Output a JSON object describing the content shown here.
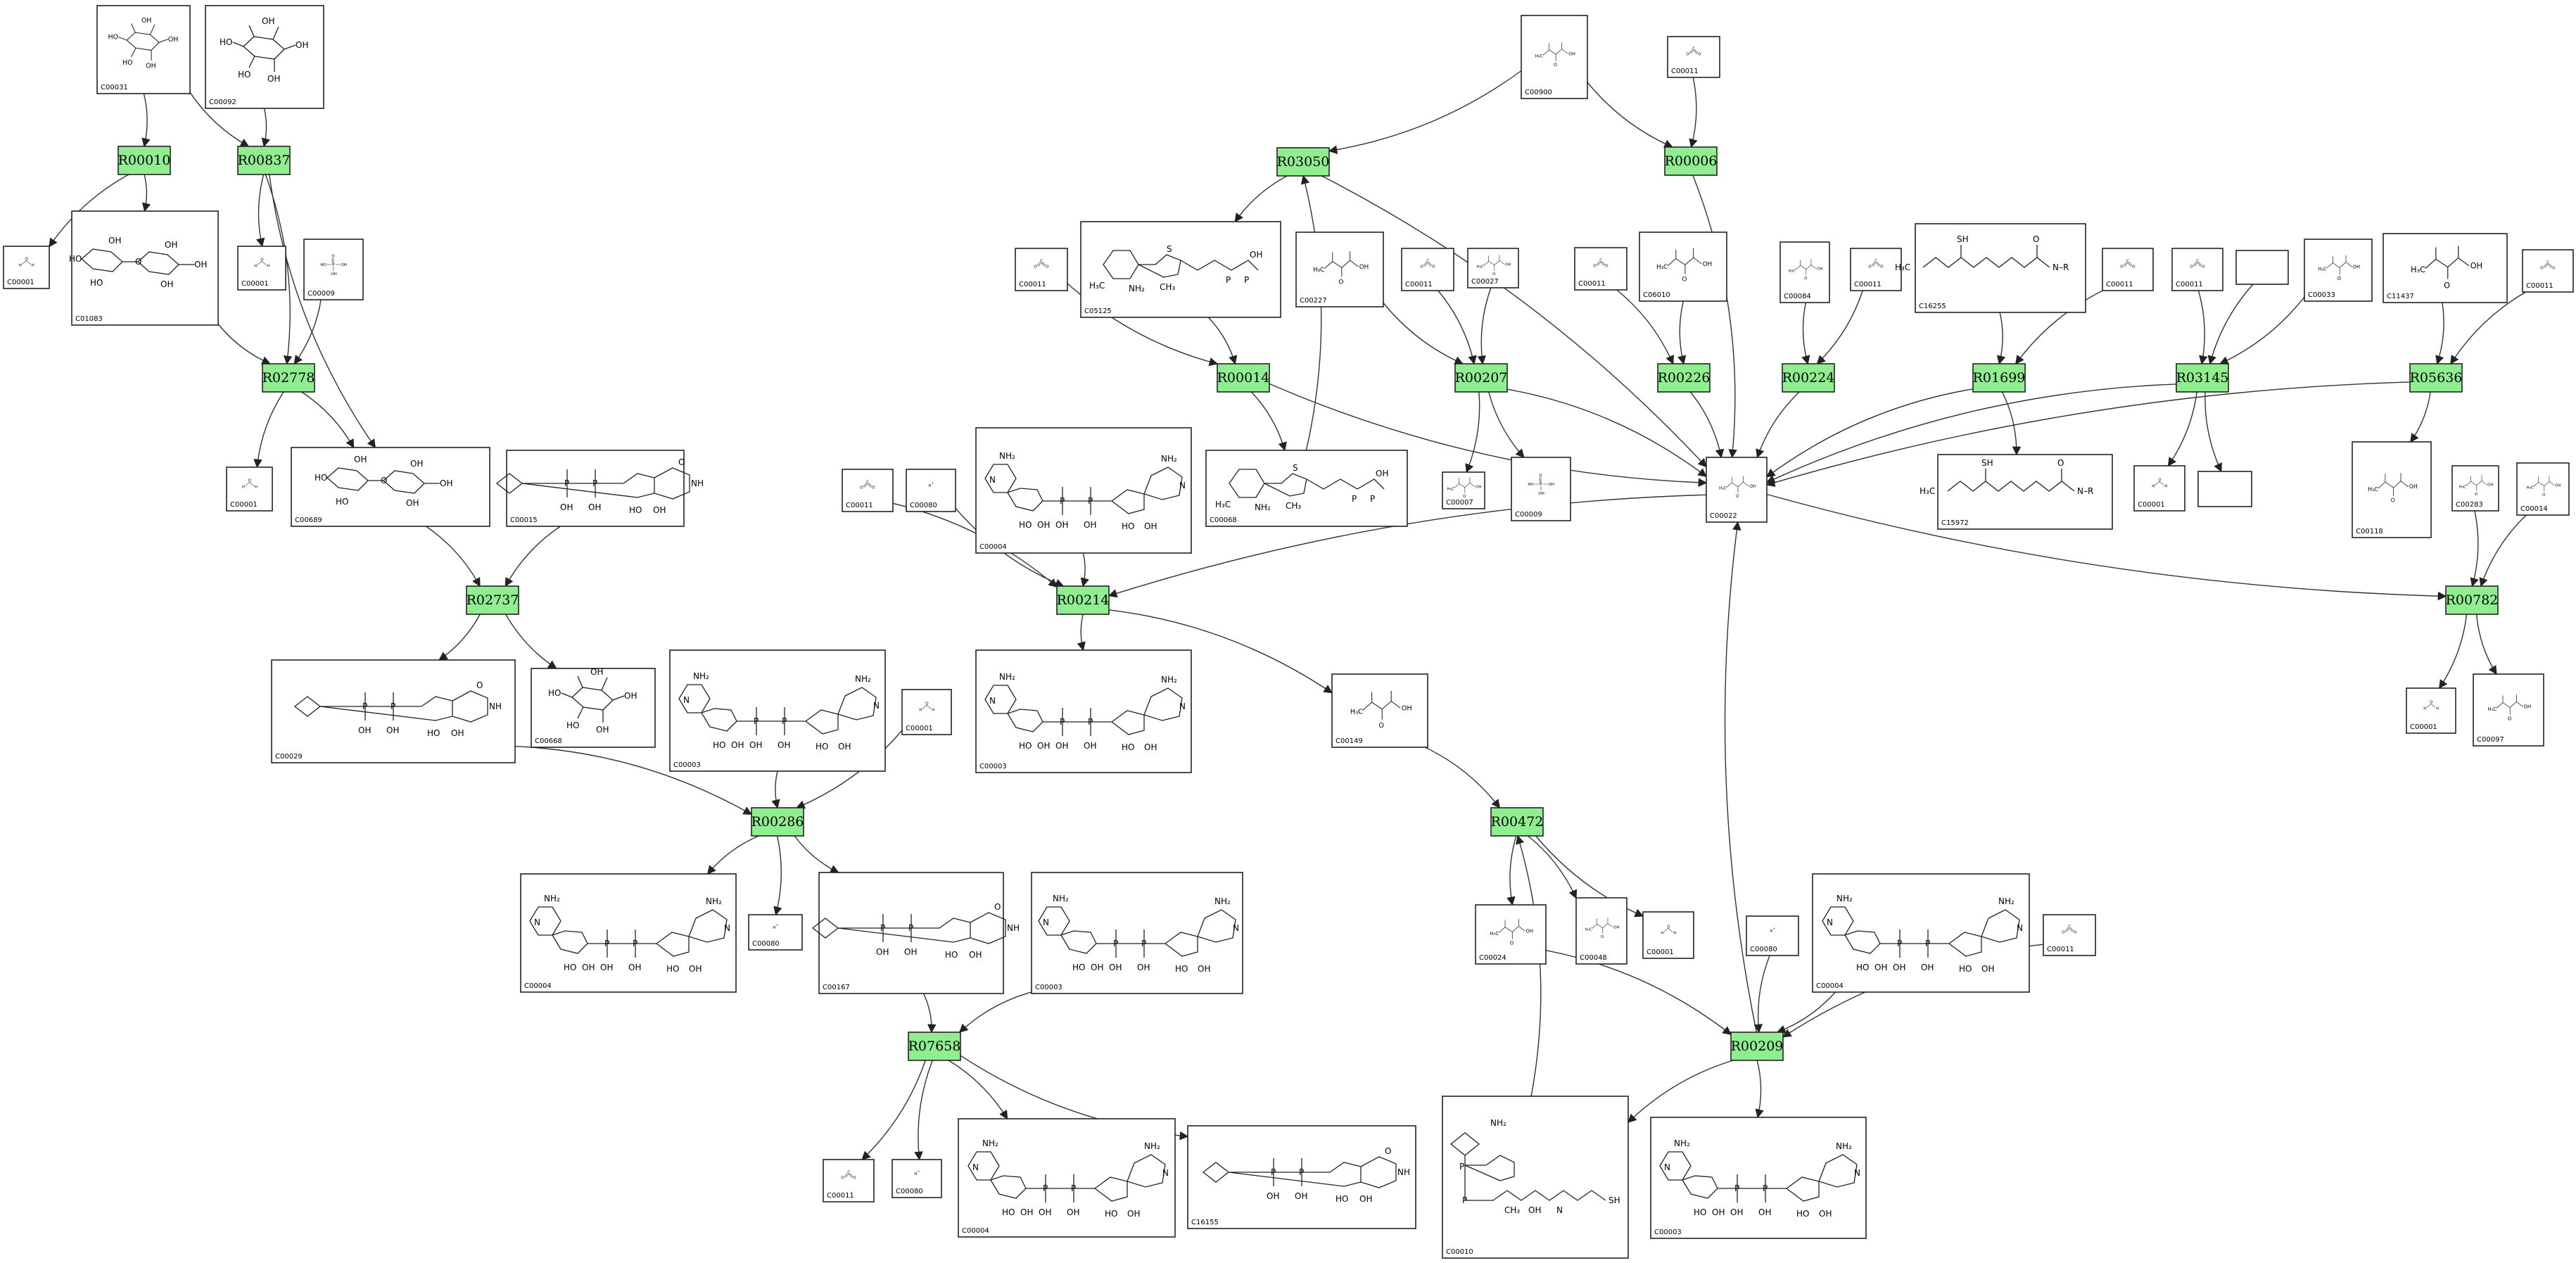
{
  "reactions": [
    {
      "id": "r1",
      "label": "R00010"
    },
    {
      "id": "r2",
      "label": "R00837"
    },
    {
      "id": "r3",
      "label": "R02778"
    },
    {
      "id": "r4",
      "label": "R02737"
    },
    {
      "id": "r5",
      "label": "R00286"
    },
    {
      "id": "r6",
      "label": "R07658"
    },
    {
      "id": "r7",
      "label": "R03050"
    },
    {
      "id": "r8",
      "label": "R00006"
    },
    {
      "id": "r9",
      "label": "R00014"
    },
    {
      "id": "r10",
      "label": "R00207"
    },
    {
      "id": "r11",
      "label": "R00226"
    },
    {
      "id": "r12",
      "label": "R00224"
    },
    {
      "id": "r13",
      "label": "R01699"
    },
    {
      "id": "r14",
      "label": "R03145"
    },
    {
      "id": "r15",
      "label": "R05636"
    },
    {
      "id": "r16",
      "label": "R00214"
    },
    {
      "id": "r17",
      "label": "R00782"
    },
    {
      "id": "r18",
      "label": "R00472"
    },
    {
      "id": "r19",
      "label": "R00209"
    }
  ],
  "compounds": [
    {
      "id": "c1",
      "label": "C00031",
      "struct": "ring"
    },
    {
      "id": "c2",
      "label": "C00092",
      "struct": "ring"
    },
    {
      "id": "c3",
      "label": "C00001",
      "struct": "water"
    },
    {
      "id": "c4",
      "label": "C01083",
      "struct": "ring2"
    },
    {
      "id": "c5",
      "label": "C00001",
      "struct": "water"
    },
    {
      "id": "c6",
      "label": "C00009",
      "struct": "phosphate"
    },
    {
      "id": "c7",
      "label": "C00001",
      "struct": "water"
    },
    {
      "id": "c8",
      "label": "C00689",
      "struct": "ring2"
    },
    {
      "id": "c9",
      "label": "C00015",
      "struct": "nucleotide"
    },
    {
      "id": "c10",
      "label": "C00029",
      "struct": "nucleotide"
    },
    {
      "id": "c11",
      "label": "C00668",
      "struct": "ring"
    },
    {
      "id": "c12",
      "label": "C00003",
      "struct": "nad"
    },
    {
      "id": "c13",
      "label": "C00001",
      "struct": "water"
    },
    {
      "id": "c14",
      "label": "C00004",
      "struct": "nad"
    },
    {
      "id": "c15",
      "label": "C00080",
      "struct": "proton"
    },
    {
      "id": "c16",
      "label": "C00167",
      "struct": "nucleotide"
    },
    {
      "id": "c17",
      "label": "C00003",
      "struct": "nad"
    },
    {
      "id": "c18",
      "label": "C00011",
      "struct": "co2"
    },
    {
      "id": "c19",
      "label": "C00080",
      "struct": "proton"
    },
    {
      "id": "c20",
      "label": "C00004",
      "struct": "nad"
    },
    {
      "id": "c21",
      "label": "C16155",
      "struct": "nucleotide"
    },
    {
      "id": "c22",
      "label": "C00900",
      "struct": "small"
    },
    {
      "id": "c23",
      "label": "C00011",
      "struct": "co2"
    },
    {
      "id": "c24",
      "label": "C05125",
      "struct": "thiamine"
    },
    {
      "id": "c25",
      "label": "C00011",
      "struct": "co2"
    },
    {
      "id": "c26",
      "label": "C00227",
      "struct": "small"
    },
    {
      "id": "c27",
      "label": "C00011",
      "struct": "co2"
    },
    {
      "id": "c28",
      "label": "C00027",
      "struct": "small"
    },
    {
      "id": "c29",
      "label": "C00011",
      "struct": "co2"
    },
    {
      "id": "c30",
      "label": "C06010",
      "struct": "small"
    },
    {
      "id": "c31",
      "label": "C00084",
      "struct": "small"
    },
    {
      "id": "c32",
      "label": "C00011",
      "struct": "co2"
    },
    {
      "id": "c33",
      "label": "C16255",
      "struct": "chain"
    },
    {
      "id": "c34",
      "label": "C00011",
      "struct": "co2"
    },
    {
      "id": "c35",
      "label": "C00011",
      "struct": "co2"
    },
    {
      "id": "c36",
      "label": "",
      "struct": "none"
    },
    {
      "id": "c37",
      "label": "C00033",
      "struct": "small"
    },
    {
      "id": "c38",
      "label": "C11437",
      "struct": "small"
    },
    {
      "id": "c39",
      "label": "C00011",
      "struct": "co2"
    },
    {
      "id": "c40",
      "label": "C00011",
      "struct": "co2"
    },
    {
      "id": "c41",
      "label": "C00080",
      "struct": "proton"
    },
    {
      "id": "c42",
      "label": "C00004",
      "struct": "nad"
    },
    {
      "id": "c43",
      "label": "C00068",
      "struct": "thiamine"
    },
    {
      "id": "c44",
      "label": "C00007",
      "struct": "small"
    },
    {
      "id": "c45",
      "label": "C00009",
      "struct": "phosphate"
    },
    {
      "id": "c46",
      "label": "C00022",
      "struct": "small"
    },
    {
      "id": "c47",
      "label": "C15972",
      "struct": "chain"
    },
    {
      "id": "c48",
      "label": "C00001",
      "struct": "water"
    },
    {
      "id": "c49",
      "label": "",
      "struct": "none"
    },
    {
      "id": "c50",
      "label": "C00118",
      "struct": "small"
    },
    {
      "id": "c51",
      "label": "C00283",
      "struct": "small"
    },
    {
      "id": "c52",
      "label": "C00014",
      "struct": "small"
    },
    {
      "id": "c53",
      "label": "C00003",
      "struct": "nad"
    },
    {
      "id": "c54",
      "label": "C00149",
      "struct": "small"
    },
    {
      "id": "c55",
      "label": "C00001",
      "struct": "water"
    },
    {
      "id": "c56",
      "label": "C00097",
      "struct": "small"
    },
    {
      "id": "c57",
      "label": "C00024",
      "struct": "small"
    },
    {
      "id": "c58",
      "label": "C00048",
      "struct": "small"
    },
    {
      "id": "c59",
      "label": "C00001",
      "struct": "water"
    },
    {
      "id": "c60",
      "label": "C00080",
      "struct": "proton"
    },
    {
      "id": "c61",
      "label": "C00004",
      "struct": "nad"
    },
    {
      "id": "c62",
      "label": "C00011",
      "struct": "co2"
    },
    {
      "id": "c63",
      "label": "C00010",
      "struct": "coa"
    },
    {
      "id": "c64",
      "label": "C00003",
      "struct": "nad"
    }
  ],
  "edges": [
    [
      "c1",
      "r1"
    ],
    [
      "c1",
      "r2"
    ],
    [
      "c2",
      "r2"
    ],
    [
      "r1",
      "c3"
    ],
    [
      "r1",
      "c4"
    ],
    [
      "r2",
      "c5"
    ],
    [
      "r2",
      "r3"
    ],
    [
      "c4",
      "r3"
    ],
    [
      "c6",
      "r3"
    ],
    [
      "r3",
      "c7"
    ],
    [
      "r3",
      "c8"
    ],
    [
      "r2",
      "c8"
    ],
    [
      "c8",
      "r4"
    ],
    [
      "c9",
      "r4"
    ],
    [
      "r4",
      "c10"
    ],
    [
      "r4",
      "c11"
    ],
    [
      "c10",
      "r5"
    ],
    [
      "c12",
      "r5"
    ],
    [
      "c13",
      "r5"
    ],
    [
      "r5",
      "c14"
    ],
    [
      "r5",
      "c15"
    ],
    [
      "r5",
      "c16"
    ],
    [
      "c16",
      "r6"
    ],
    [
      "c17",
      "r6"
    ],
    [
      "r6",
      "c18"
    ],
    [
      "r6",
      "c19"
    ],
    [
      "r6",
      "c20"
    ],
    [
      "r6",
      "c21"
    ],
    [
      "c22",
      "r7"
    ],
    [
      "c22",
      "r8"
    ],
    [
      "c23",
      "r8"
    ],
    [
      "r7",
      "c24"
    ],
    [
      "c24",
      "r9"
    ],
    [
      "c25",
      "r9"
    ],
    [
      "r9",
      "c43"
    ],
    [
      "c43",
      "r7"
    ],
    [
      "r7",
      "c46"
    ],
    [
      "c26",
      "r10"
    ],
    [
      "c27",
      "r10"
    ],
    [
      "c28",
      "r10"
    ],
    [
      "r10",
      "c44"
    ],
    [
      "r10",
      "c45"
    ],
    [
      "r10",
      "c46"
    ],
    [
      "r9",
      "c46"
    ],
    [
      "c29",
      "r11"
    ],
    [
      "c30",
      "r11"
    ],
    [
      "r11",
      "c46"
    ],
    [
      "c31",
      "r12"
    ],
    [
      "c32",
      "r12"
    ],
    [
      "r12",
      "c46"
    ],
    [
      "c33",
      "r13"
    ],
    [
      "c34",
      "r13"
    ],
    [
      "r13",
      "c47"
    ],
    [
      "r13",
      "c46"
    ],
    [
      "c35",
      "r14"
    ],
    [
      "c36",
      "r14"
    ],
    [
      "c37",
      "r14"
    ],
    [
      "r14",
      "c46"
    ],
    [
      "r14",
      "c48"
    ],
    [
      "r14",
      "c49"
    ],
    [
      "c38",
      "r15"
    ],
    [
      "c39",
      "r15"
    ],
    [
      "r15",
      "c50"
    ],
    [
      "r15",
      "c46"
    ],
    [
      "r8",
      "c46"
    ],
    [
      "c46",
      "r16"
    ],
    [
      "c40",
      "r16"
    ],
    [
      "c41",
      "r16"
    ],
    [
      "c42",
      "r16"
    ],
    [
      "r16",
      "c53"
    ],
    [
      "r16",
      "c54"
    ],
    [
      "c46",
      "r17"
    ],
    [
      "c51",
      "r17"
    ],
    [
      "c52",
      "r17"
    ],
    [
      "r17",
      "c55"
    ],
    [
      "r17",
      "c56"
    ],
    [
      "c54",
      "r18"
    ],
    [
      "r18",
      "c57"
    ],
    [
      "r18",
      "c58"
    ],
    [
      "r18",
      "c59"
    ],
    [
      "c57",
      "r19"
    ],
    [
      "c60",
      "r19"
    ],
    [
      "c61",
      "r19"
    ],
    [
      "c62",
      "r19"
    ],
    [
      "r19",
      "c46"
    ],
    [
      "r19",
      "c63"
    ],
    [
      "r19",
      "c64"
    ],
    [
      "c63",
      "r18"
    ]
  ]
}
